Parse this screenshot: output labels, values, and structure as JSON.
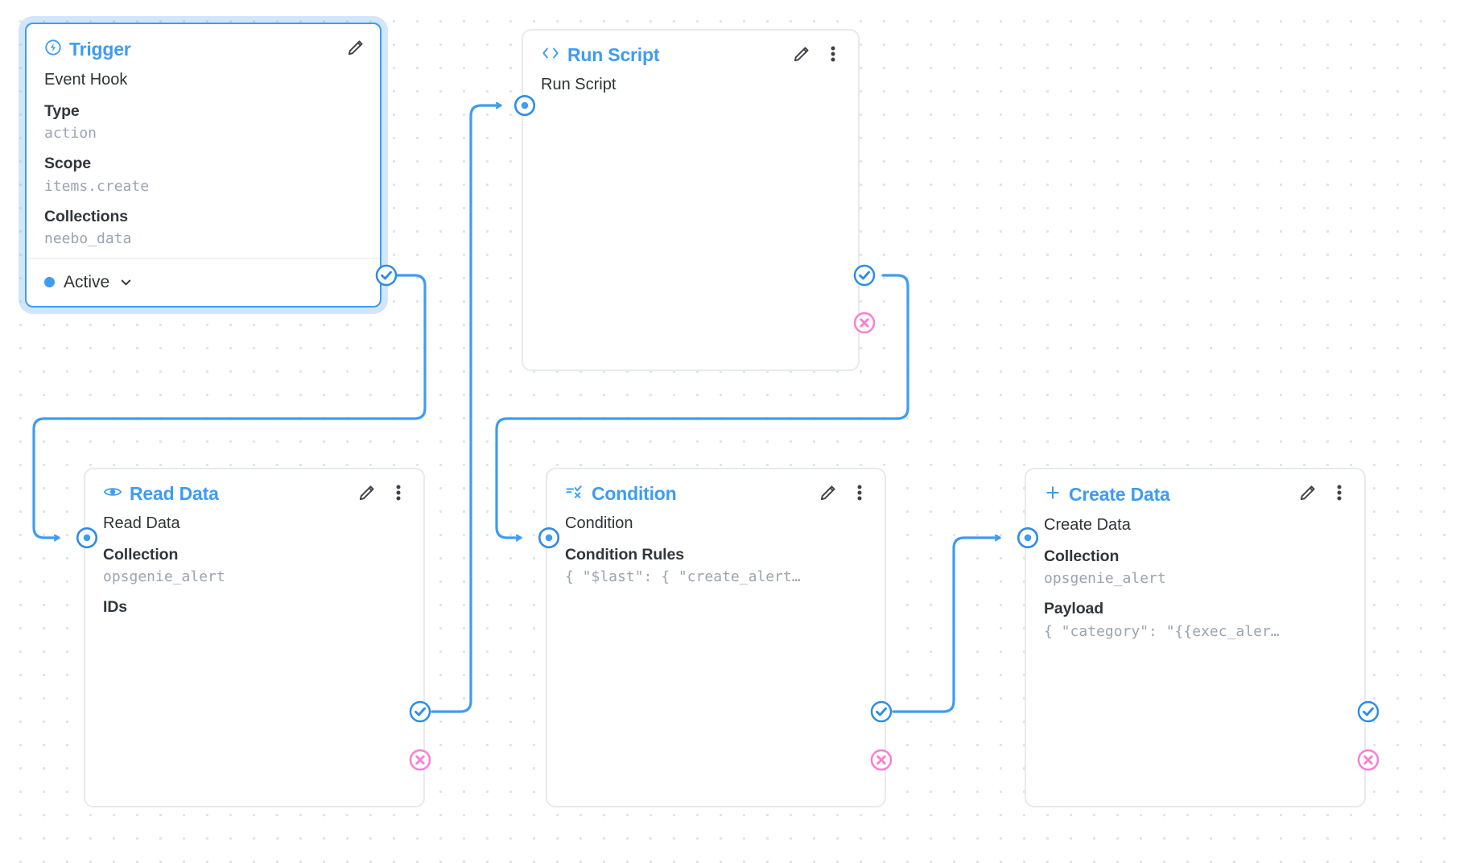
{
  "canvas": {
    "background_color": "#ffffff",
    "grid_dot_color": "#dfe2e6",
    "accent_color": "#3e9cf3",
    "reject_color": "#f97fd0",
    "edge_color": "#3e9cf3"
  },
  "nodes": {
    "trigger": {
      "title": "Trigger",
      "icon": "bolt-circle-icon",
      "selected": true,
      "main_row": "Event Hook",
      "fields": [
        {
          "label": "Type",
          "value": "action"
        },
        {
          "label": "Scope",
          "value": "items.create"
        },
        {
          "label": "Collections",
          "value": "neebo_data"
        }
      ],
      "status": {
        "label": "Active",
        "dot_color": "#3e9cf3"
      },
      "has_edit": true,
      "has_menu": false,
      "outputs": {
        "resolve": true,
        "reject": false
      }
    },
    "run_script": {
      "title": "Run Script",
      "icon": "code-brackets-icon",
      "main_row": "Run Script",
      "fields": [],
      "has_edit": true,
      "has_menu": true,
      "outputs": {
        "resolve": true,
        "reject": true
      }
    },
    "read_data": {
      "title": "Read Data",
      "icon": "eye-icon",
      "main_row": "Read Data",
      "fields": [
        {
          "label": "Collection",
          "value": "opsgenie_alert"
        },
        {
          "label": "IDs",
          "value": ""
        }
      ],
      "has_edit": true,
      "has_menu": true,
      "outputs": {
        "resolve": true,
        "reject": true
      }
    },
    "condition": {
      "title": "Condition",
      "icon": "condition-filter-icon",
      "main_row": "Condition",
      "fields": [
        {
          "label": "Condition Rules",
          "value": "{ \"$last\": { \"create_alert…"
        }
      ],
      "has_edit": true,
      "has_menu": true,
      "outputs": {
        "resolve": true,
        "reject": true
      }
    },
    "create_data": {
      "title": "Create Data",
      "icon": "plus-icon",
      "main_row": "Create Data",
      "fields": [
        {
          "label": "Collection",
          "value": "opsgenie_alert"
        },
        {
          "label": "Payload",
          "value": "{ \"category\": \"{{exec_aler…"
        }
      ],
      "has_edit": true,
      "has_menu": true,
      "outputs": {
        "resolve": true,
        "reject": true
      }
    }
  },
  "edges": [
    {
      "from": "trigger.resolve",
      "to": "read_data.input"
    },
    {
      "from": "read_data.resolve",
      "to": "run_script.input"
    },
    {
      "from": "run_script.resolve",
      "to": "condition.input"
    },
    {
      "from": "condition.resolve",
      "to": "create_data.input"
    }
  ]
}
